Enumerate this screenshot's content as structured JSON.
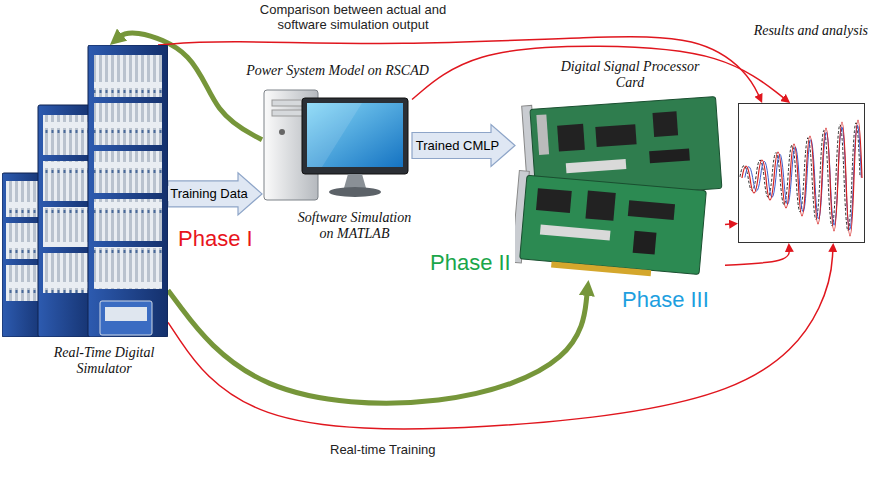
{
  "diagram": {
    "nodes": [
      {
        "text": [
          "Real-Time Digital Simulator"
        ]
      },
      {
        "text": [
          "Power System Model on RSCAD",
          "Software Simulation on MATLAB"
        ]
      },
      {
        "text": [
          "Digital Signal Processor Card"
        ]
      },
      {
        "text": [
          "Results and analysis"
        ]
      }
    ],
    "edges": [
      {
        "from": 0,
        "to": 1,
        "label": "Training Data",
        "arrow": "to"
      },
      {
        "from": 1,
        "to": 2,
        "label": "Trained CMLP",
        "arrow": "to"
      },
      {
        "from": 1,
        "to": 0,
        "arrow": "to"
      },
      {
        "from": 0,
        "to": 3,
        "arrow": "to"
      },
      {
        "from": 1,
        "to": 3,
        "arrow": "to"
      },
      {
        "from": 0,
        "to": 2,
        "arrow": "to"
      },
      {
        "from": 0,
        "to": 3,
        "arrow": "to"
      },
      {
        "from": 2,
        "to": 3,
        "arrow": "to"
      },
      {
        "from": 2,
        "to": 3,
        "arrow": "to"
      }
    ],
    "labels": [
      "Comparison between actual and software simulation output",
      "Phase I",
      "Phase II",
      "Phase III",
      "Real-time Training"
    ]
  }
}
